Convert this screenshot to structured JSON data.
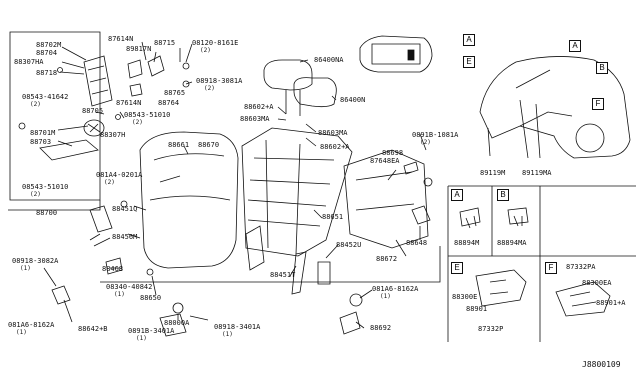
{
  "diagram_ref": "J8800109",
  "callouts": {
    "E": "E",
    "F": "F",
    "A": "A",
    "B": "B",
    "inset_a": "A",
    "inset_b": "B",
    "inset_e": "E",
    "inset_f": "F"
  },
  "parts": {
    "p88702M": "88702M",
    "p88704": "88704",
    "p88307HA": "88307HA",
    "p88718": "88718",
    "p08543_41642": "08543-41642",
    "p08543_41642_q": "(2)",
    "p88705": "88705",
    "p88701M": "88701M",
    "p88703": "88703",
    "p08543_51010a": "08543-51010",
    "p08543_51010a_q": "(2)",
    "p88307H": "88307H",
    "p08543_51010b": "08543-51010",
    "p08543_51010b_q": "(2)",
    "p88700": "88700",
    "p87614N_top": "87614N",
    "p89817N": "89817N",
    "p88715": "88715",
    "p08120_8161E": "08120-8161E",
    "p08120_8161E_q": "(2)",
    "p08918_3081A": "08918-3081A",
    "p08918_3081A_q": "(2)",
    "p88765": "88765",
    "p87614N_bot": "87614N",
    "p88764": "88764",
    "p86400NA": "86400NA",
    "p86400N": "86400N",
    "p88602A_1": "88602+A",
    "p88603MA_1": "88603MA",
    "p88603MA_2": "88603MA",
    "p88602A_2": "88602+A",
    "p88661": "88661",
    "p88670": "88670",
    "p081A4_0201A": "081A4-0201A",
    "p081A4_0201A_q": "(2)",
    "p88451Q": "88451Q",
    "p88456M": "88456M",
    "p88651": "88651",
    "p88452U": "88452U",
    "p88451T": "88451T",
    "p0891B_1081A": "0891B-1081A",
    "p0891B_1081A_q": "(2)",
    "p88698": "88698",
    "p87648EA": "87648EA",
    "p88672": "88672",
    "p88648": "88648",
    "p08918_3082A": "08918-3082A",
    "p08918_3082A_q": "(1)",
    "p88468": "88468",
    "p08340_40842": "08340-40842",
    "p08340_40842_q": "(1)",
    "p88650": "88650",
    "p081A6_8162A_l": "081A6-8162A",
    "p081A6_8162A_l_q": "(1)",
    "p88642B": "88642+B",
    "p88000A": "88000A",
    "p0891B_3401A": "0891B-3401A",
    "p0891B_3401A_q": "(1)",
    "p08918_3401A": "08918-3401A",
    "p08918_3401A_q": "(1)",
    "p081A6_8162A_r": "081A6-8162A",
    "p081A6_8162A_r_q": "(1)",
    "p88692": "88692",
    "p89119M": "89119M",
    "p89119MA": "89119MA",
    "p88894M": "88894M",
    "p88894MA": "88894MA",
    "p88300E": "88300E",
    "p88901": "88901",
    "p87332P": "87332P",
    "p87332PA": "87332PA",
    "p88300EA": "88300EA",
    "p88901A": "88901+A"
  }
}
